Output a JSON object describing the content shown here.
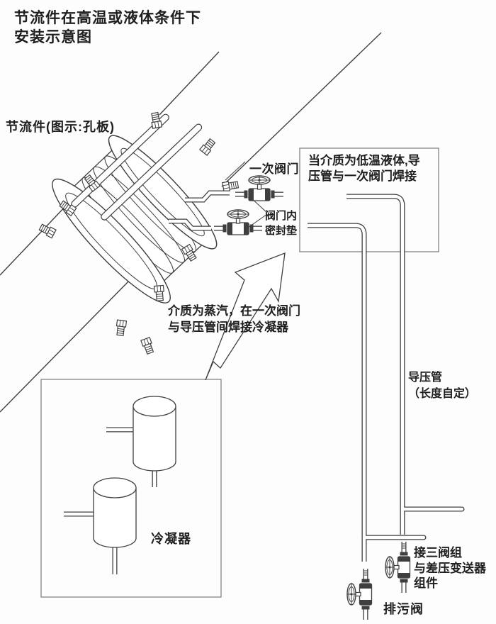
{
  "title": {
    "lines": [
      "节流件在高温或液体条件下",
      "安装示意图"
    ]
  },
  "diagram": {
    "throttle_label": "节流件(图示:孔板)",
    "primary_valve_label": "一次阀门",
    "valve_seal_label": {
      "lines": [
        "阀门内",
        "密封垫"
      ]
    },
    "low_temp_note": {
      "lines": [
        "当介质为低温液体,导",
        "压管与一次阀门焊接"
      ]
    },
    "steam_note": {
      "lines": [
        "介质为蒸汽，在一次阀门",
        "与导压管间焊接冷凝器"
      ]
    },
    "impulse_pipe_label": {
      "lines": [
        "导压管",
        "（长度自定）"
      ]
    },
    "condenser_label": "冷凝器",
    "manifold_label": {
      "lines": [
        "接三阀组",
        "与差压变送器",
        "组件"
      ]
    },
    "blowdown_label": "排污阀"
  },
  "colors": {
    "line": "#3f3f3f",
    "box_border": "#7a7a7a",
    "background": "#fdfdfd",
    "text": "#1f1f1f"
  }
}
